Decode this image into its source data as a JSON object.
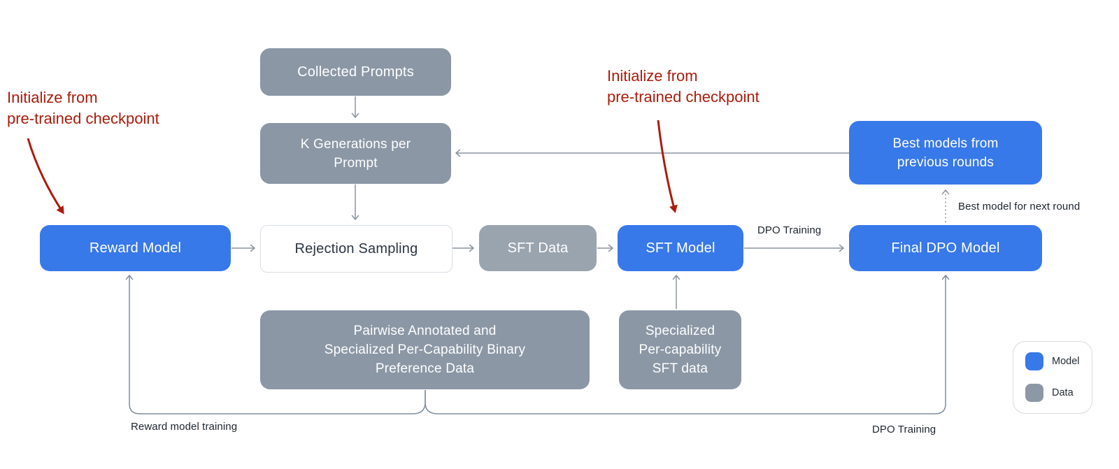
{
  "diagram": {
    "nodes": {
      "collected_prompts": {
        "label": "Collected Prompts",
        "type": "data"
      },
      "k_generations": {
        "label": "K Generations per\nPrompt",
        "type": "data"
      },
      "rejection_sampling": {
        "label": "Rejection Sampling",
        "type": "process"
      },
      "reward_model": {
        "label": "Reward Model",
        "type": "model"
      },
      "sft_data": {
        "label": "SFT Data",
        "type": "data"
      },
      "sft_model": {
        "label": "SFT Model",
        "type": "model"
      },
      "final_dpo_model": {
        "label": "Final DPO Model",
        "type": "model"
      },
      "best_models": {
        "label": "Best models from\nprevious rounds",
        "type": "model"
      },
      "pairwise_data": {
        "label": "Pairwise Annotated and\nSpecialized Per-Capability Binary\nPreference Data",
        "type": "data"
      },
      "specialized_sft_data": {
        "label": "Specialized\nPer-capability\nSFT data",
        "type": "data"
      }
    },
    "edge_labels": {
      "dpo_training_top": "DPO Training",
      "best_model_next_round": "Best model for next round",
      "reward_model_training": "Reward model training",
      "dpo_training_bottom": "DPO Training"
    },
    "annotations": {
      "init_checkpoint_left": "Initialize from\npre-trained checkpoint",
      "init_checkpoint_right": "Initialize from\npre-trained checkpoint"
    },
    "legend": {
      "items": [
        {
          "label": "Model",
          "color": "#3879E9"
        },
        {
          "label": "Data",
          "color": "#8D98A6"
        }
      ]
    },
    "colors": {
      "model_blue": "#3879E9",
      "data_gray": "#8B97A5",
      "sft_data_gray": "#9AA4AF",
      "annotation_red": "#AD1B0B",
      "arrow_gray": "#8A939F",
      "label_dark": "#1D242E"
    }
  }
}
